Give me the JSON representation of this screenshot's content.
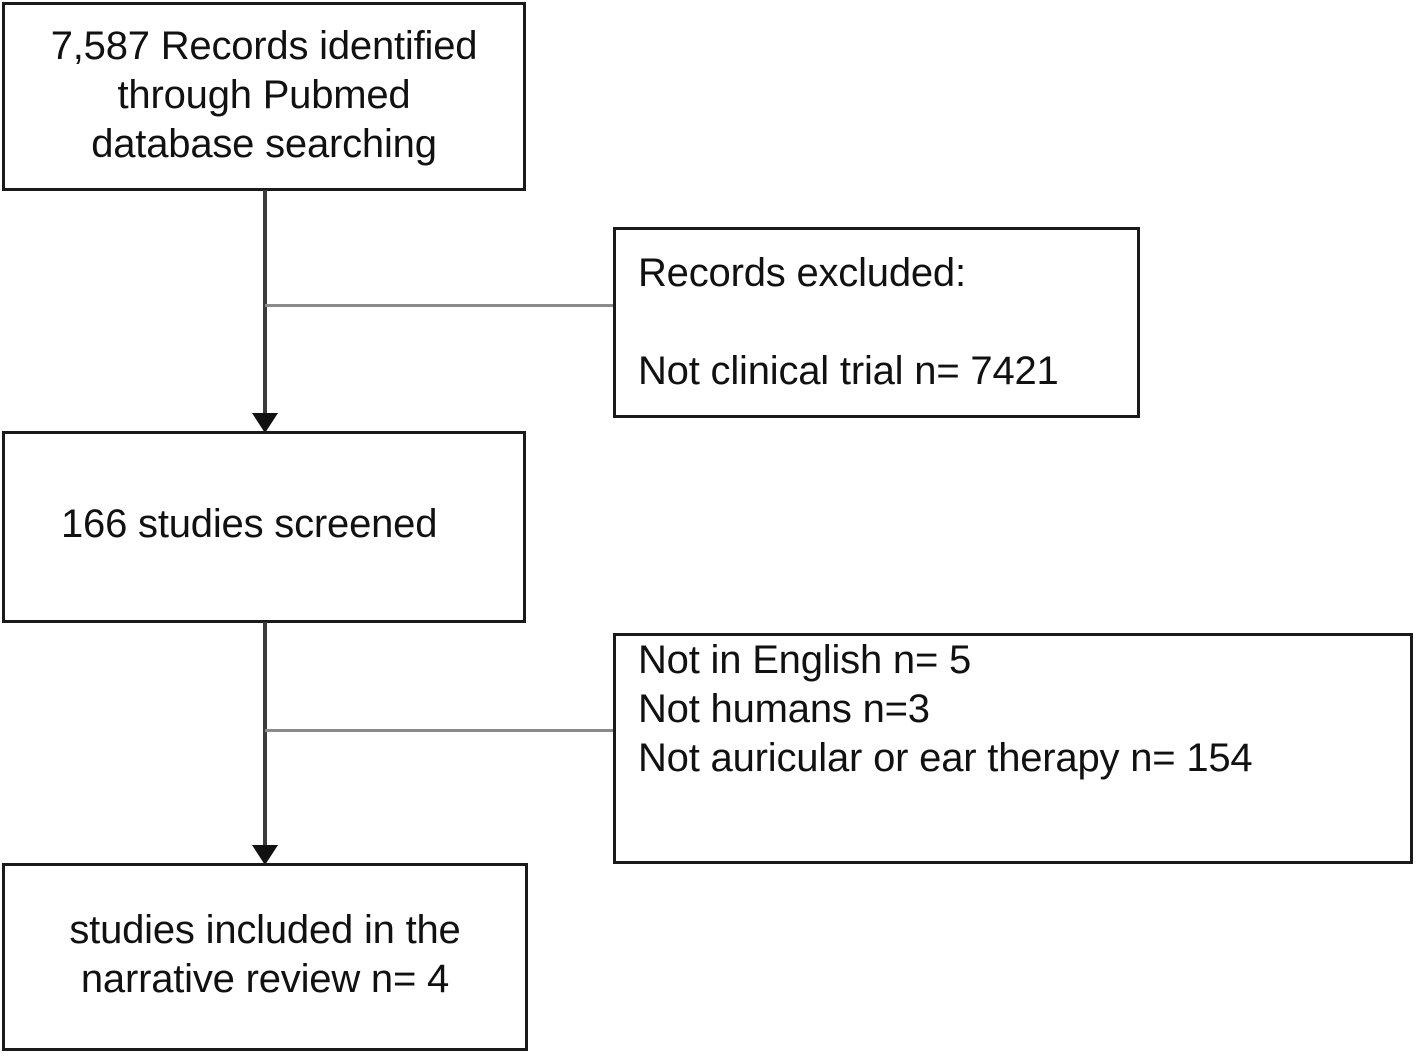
{
  "figure": {
    "type": "flowchart",
    "title": "PRISMA study selection flow diagram",
    "background_color": "#ffffff",
    "box_border_color": "#1a1a1a",
    "connector_color": "#3b3b3b",
    "branch_line_color": "#8a8a8a"
  },
  "nodes": {
    "identified": {
      "text": "7,587 Records identified\nthrough Pubmed\ndatabase searching",
      "count": 7587,
      "stage": "identification"
    },
    "excluded_first": {
      "text": "Records excluded:\n\nNot clinical trial n= 7421",
      "heading": "Records excluded:",
      "reason": "Not clinical trial n= 7421",
      "count": 7421,
      "stage": "exclusion"
    },
    "screened": {
      "text": "166 studies screened",
      "count": 166,
      "stage": "screening"
    },
    "excluded_second": {
      "text": "Not in English n= 5\nNot humans n=3\nNot auricular or ear therapy n= 154",
      "reasons": [
        {
          "label": "Not in English n= 5",
          "count": 5
        },
        {
          "label": "Not humans n=3",
          "count": 3
        },
        {
          "label": "Not auricular or ear therapy n= 154",
          "count": 154
        }
      ],
      "stage": "exclusion"
    },
    "included": {
      "text": "studies included in the\nnarrative review n= 4",
      "count": 4,
      "stage": "inclusion"
    }
  },
  "connectors": {
    "identified_to_screened": "down-arrow",
    "identified_to_excluded_first": "right-branch",
    "screened_to_included": "down-arrow",
    "screened_to_excluded_second": "right-branch"
  }
}
